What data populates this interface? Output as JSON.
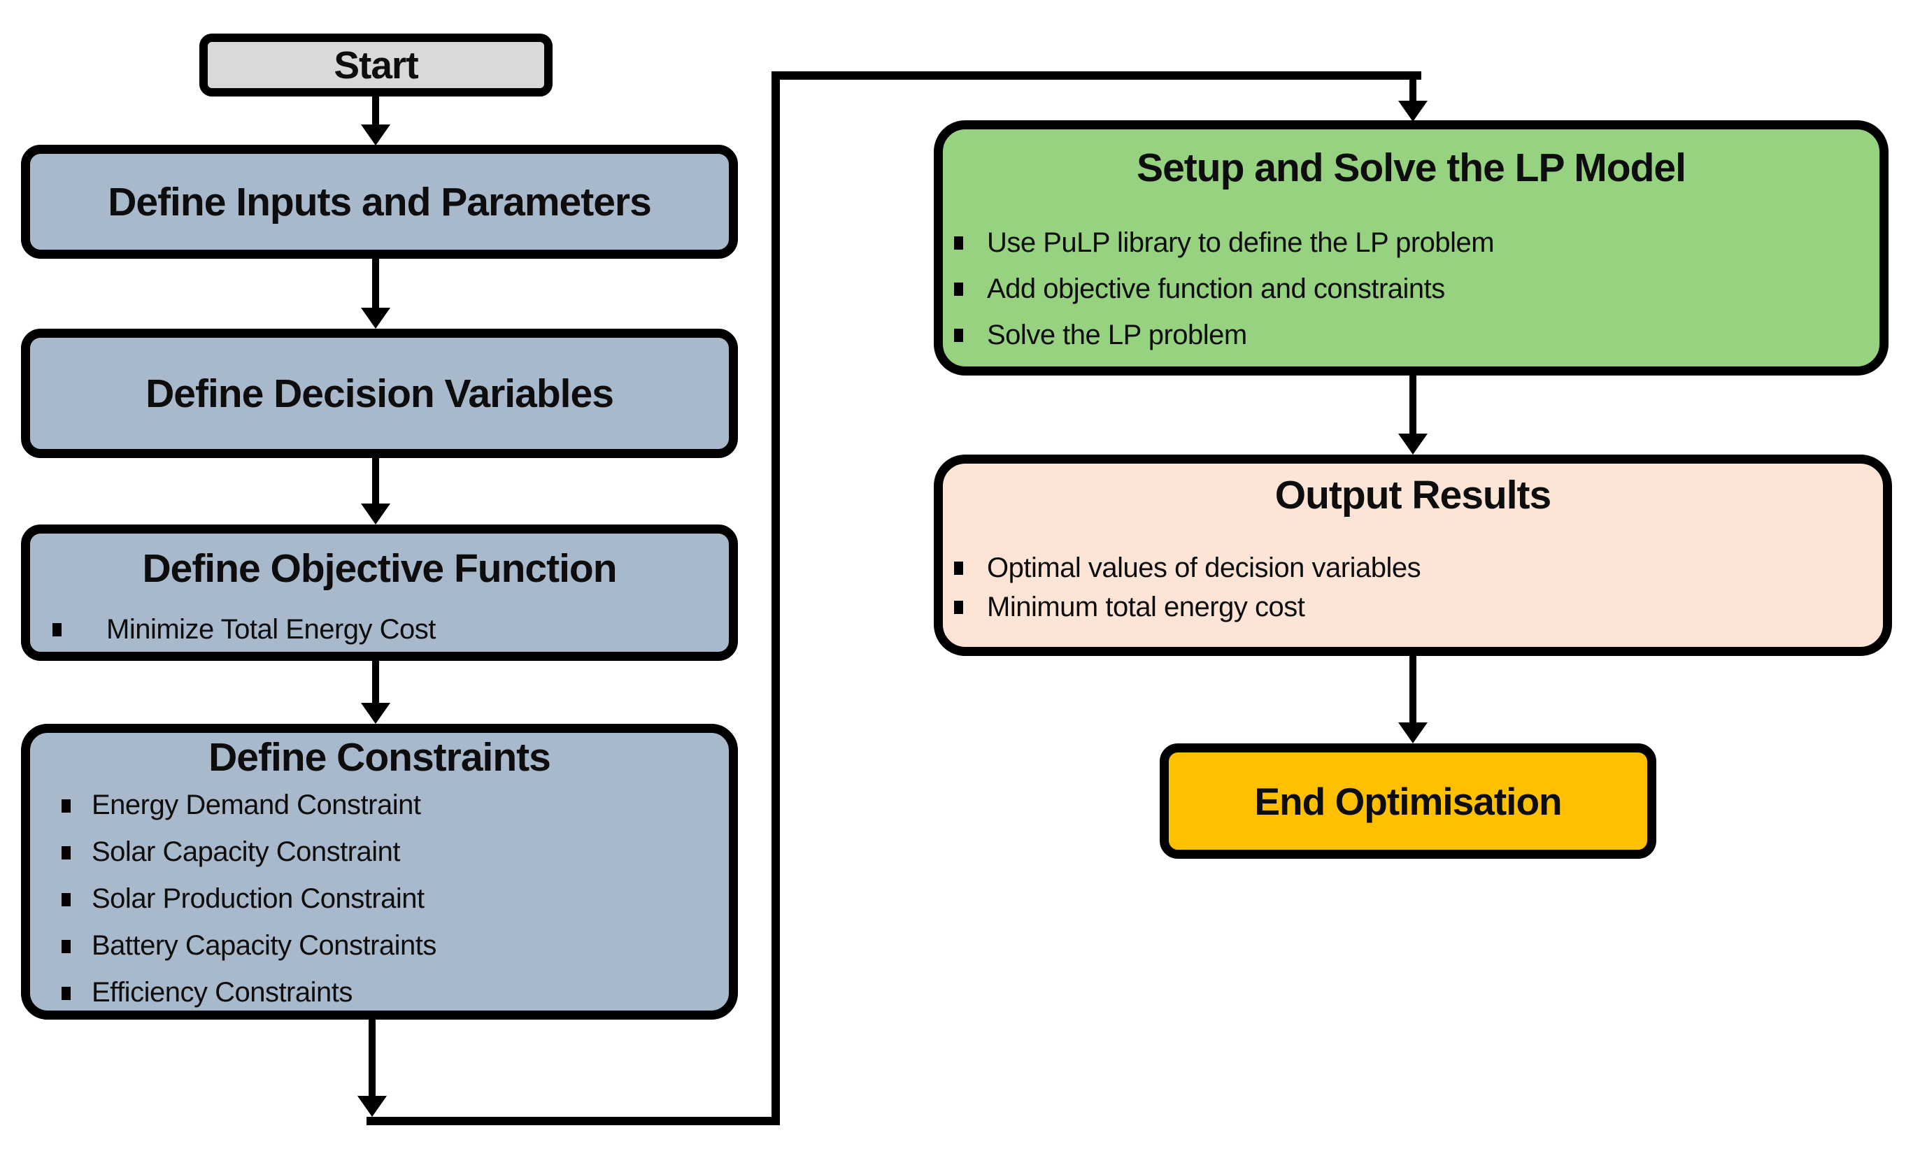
{
  "diagram": {
    "type": "flowchart",
    "nodes": {
      "start": {
        "label": "Start"
      },
      "inputs": {
        "title": "Define Inputs and Parameters"
      },
      "decision": {
        "title": "Define Decision Variables"
      },
      "objective": {
        "title": "Define Objective Function",
        "bullets": [
          "Minimize Total Energy Cost"
        ]
      },
      "constraints": {
        "title": "Define Constraints",
        "bullets": [
          "Energy Demand Constraint",
          "Solar Capacity Constraint",
          "Solar Production Constraint",
          "Battery Capacity Constraints",
          "Efficiency Constraints"
        ]
      },
      "solve": {
        "title": "Setup and Solve the LP Model",
        "bullets": [
          "Use PuLP library to define the LP problem",
          "Add objective function and constraints",
          "Solve the LP problem"
        ]
      },
      "output": {
        "title": "Output Results",
        "bullets": [
          "Optimal values of decision variables",
          "Minimum total energy cost"
        ]
      },
      "end": {
        "title": "End Optimisation"
      }
    },
    "edges": [
      "start -> inputs",
      "inputs -> decision",
      "decision -> objective",
      "objective -> constraints",
      "constraints -> solve (loop around left column)",
      "solve -> output",
      "output -> end"
    ],
    "colors": {
      "start_fill": "#d9d9d9",
      "step_fill": "#a9b9cc",
      "solve_fill": "#97d281",
      "output_fill": "#fce5d6",
      "end_fill": "#ffc000",
      "border": "#000000"
    }
  }
}
